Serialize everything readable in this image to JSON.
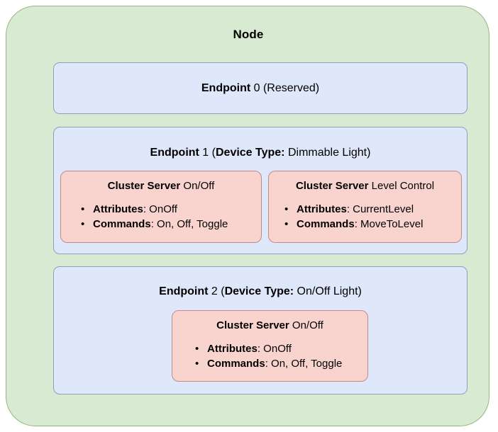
{
  "diagram": {
    "type": "nested-block-diagram",
    "node": {
      "title": "Node",
      "fill_color": "#d9ead3",
      "border_color": "#93b77e"
    },
    "endpoint_style": {
      "fill_color": "#dfe7fa",
      "border_color": "#8aa0bd"
    },
    "cluster_style": {
      "fill_color": "#f9d4cf",
      "border_color": "#c08a8a"
    },
    "bullet_glyph": "•",
    "endpoints": [
      {
        "label_bold": "Endpoint",
        "label_rest": " 0 (Reserved)",
        "clusters": []
      },
      {
        "label_bold": "Endpoint",
        "label_mid": " 1 (",
        "label_bold2": "Device Type:",
        "label_rest": " Dimmable Light)",
        "clusters": [
          {
            "title_bold": "Cluster Server",
            "title_rest": " On/Off",
            "rows": [
              {
                "label": "Attributes",
                "value": ": OnOff"
              },
              {
                "label": "Commands",
                "value": ": On, Off, Toggle"
              }
            ]
          },
          {
            "title_bold": "Cluster Server",
            "title_rest": " Level Control",
            "rows": [
              {
                "label": "Attributes",
                "value": ": CurrentLevel"
              },
              {
                "label": "Commands",
                "value": ": MoveToLevel"
              }
            ]
          }
        ]
      },
      {
        "label_bold": "Endpoint",
        "label_mid": " 2 (",
        "label_bold2": "Device Type:",
        "label_rest": " On/Off Light)",
        "clusters": [
          {
            "title_bold": "Cluster Server",
            "title_rest": " On/Off",
            "rows": [
              {
                "label": "Attributes",
                "value": ": OnOff"
              },
              {
                "label": "Commands",
                "value": ": On, Off, Toggle"
              }
            ]
          }
        ]
      }
    ]
  }
}
